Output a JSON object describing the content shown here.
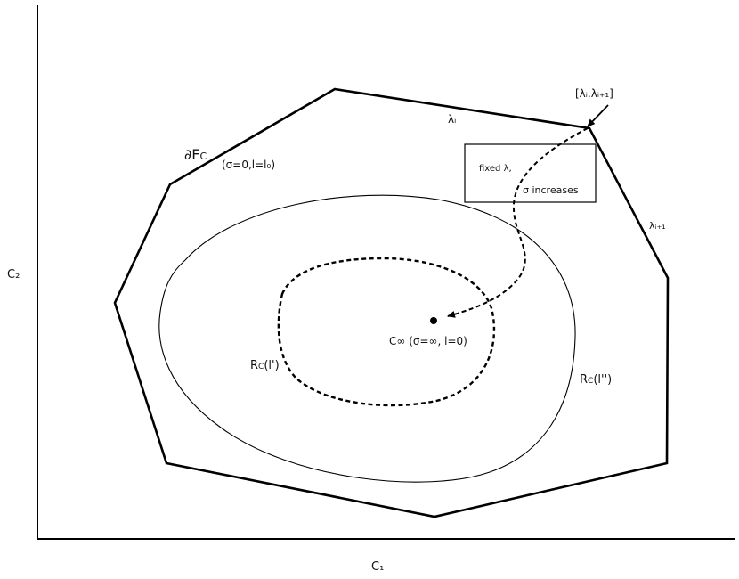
{
  "axes": {
    "x_label": "C₁",
    "y_label": "C₂"
  },
  "labels": {
    "boundary": "∂F",
    "boundary_sub": "C",
    "initial_condition": "(σ=0,l=l₀)",
    "lambda_i": "λᵢ",
    "lambda_vertex": "[λᵢ,λᵢ₊₁]",
    "lambda_i1": "λᵢ₊₁",
    "box_line1": "fixed λ,",
    "box_line2": "σ increases",
    "center": "C∞ (σ=∞, l=0)",
    "region_inner_main": "R",
    "region_inner_sub": "C",
    "region_inner_arg": "(l')",
    "region_outer_main": "R",
    "region_outer_sub": "C",
    "region_outer_arg": "(l'')"
  }
}
